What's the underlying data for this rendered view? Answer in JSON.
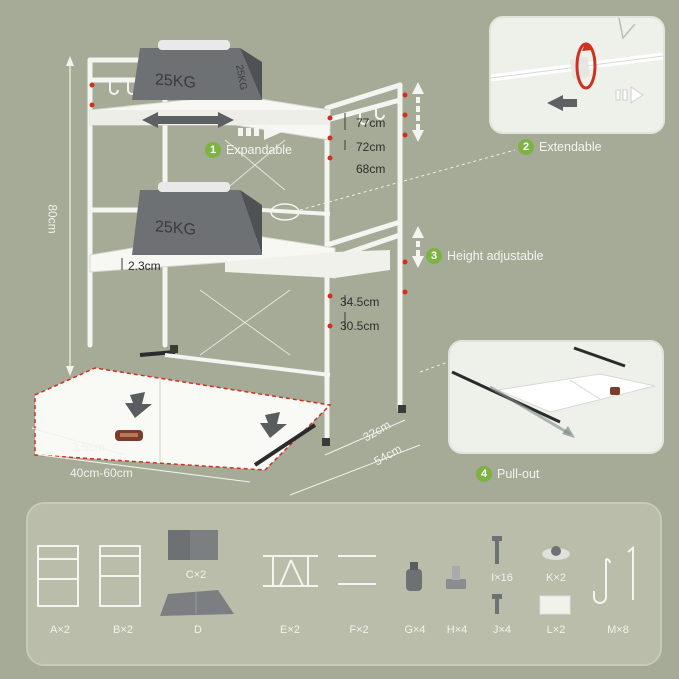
{
  "colors": {
    "background": "#a5ab97",
    "accent_green": "#7cb342",
    "accent_red": "#d0301f",
    "panel": "#b9bdaa",
    "shelf": "#f7f7f3"
  },
  "weights": {
    "top": "25KG",
    "middle": "25KG",
    "side": "25KG"
  },
  "dimensions": {
    "height": "80cm",
    "top_77": "77cm",
    "top_72": "72cm",
    "top_68": "68cm",
    "thickness": "2.3cm",
    "gap_345": "34.5cm",
    "gap_305": "30.5cm",
    "depth_small": "3.5cm",
    "width_range": "40cm-60cm",
    "depth": "32cm",
    "length": "54cm"
  },
  "features": [
    {
      "num": "1",
      "label": "Expandable"
    },
    {
      "num": "2",
      "label": "Extendable"
    },
    {
      "num": "3",
      "label": "Height adjustable"
    },
    {
      "num": "4",
      "label": "Pull-out"
    }
  ],
  "parts": [
    {
      "id": "A",
      "label": "A×2"
    },
    {
      "id": "B",
      "label": "B×2"
    },
    {
      "id": "C",
      "label": "C×2"
    },
    {
      "id": "D",
      "label": "D"
    },
    {
      "id": "E",
      "label": "E×2"
    },
    {
      "id": "F",
      "label": "F×2"
    },
    {
      "id": "G",
      "label": "G×4"
    },
    {
      "id": "H",
      "label": "H×4"
    },
    {
      "id": "I",
      "label": "I×16"
    },
    {
      "id": "J",
      "label": "J×4"
    },
    {
      "id": "K",
      "label": "K×2"
    },
    {
      "id": "L",
      "label": "L×2"
    },
    {
      "id": "M",
      "label": "M×8"
    }
  ]
}
